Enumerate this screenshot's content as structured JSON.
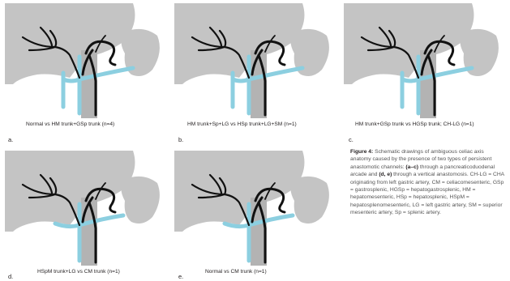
{
  "panels": [
    {
      "letter": "a.",
      "caption": "Normal vs HM trunk+GSp trunk (n=4)"
    },
    {
      "letter": "b.",
      "caption": "HM trunk+Sp+LG vs HSp trunk+LG+SM (n=1)"
    },
    {
      "letter": "c.",
      "caption": "HM trunk+GSp trunk vs HGSp trunk; CH-LG (n=1)"
    },
    {
      "letter": "d.",
      "caption": "HSpM trunk+LG vs CM trunk (n=1)"
    },
    {
      "letter": "e.",
      "caption": "Normal vs CM trunk (n=1)"
    }
  ],
  "figure_caption": {
    "label": "Figure 4:",
    "line1": "Schematic drawings of ambiguous celiac axis anatomy caused by the presence of two types of persistent anastomotic channels:",
    "part_ac": "(a–c)",
    "text_ac": " through a pancreaticoduodenal arcade and ",
    "part_de": "(d, e)",
    "text_de": " through a vertical anastomosis. ",
    "abbrev": "CH-LG = CHA originating from left gastric artery, CM = celiacomesenteric, GSp = gastrosplenic, HGSp = hepatogastrosplenic, HM = hepatomesenteric, HSp = hepatosplenic, HSpM = hepatosplenomesenteric, LG = left gastric artery, SM = superior mesenteric artery, Sp = splenic artery."
  },
  "colors": {
    "organ": "#c4c4c4",
    "organ_dark": "#b3b3b3",
    "vessel": "#111111",
    "channel": "#8ccfe0",
    "text": "#231f20"
  }
}
